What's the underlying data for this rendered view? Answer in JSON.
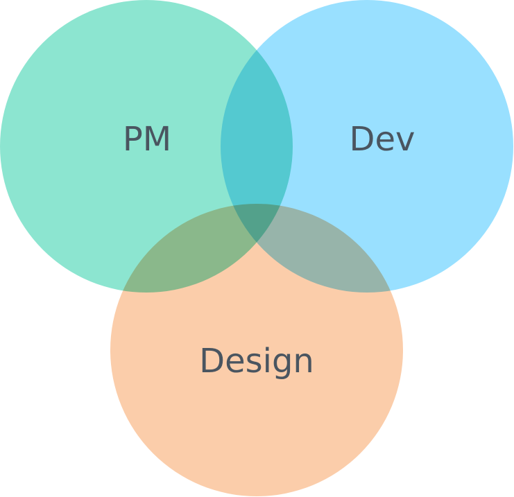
{
  "diagram": {
    "type": "venn",
    "sets": [
      {
        "key": "pm",
        "label": "PM",
        "color": "#8ce5d0"
      },
      {
        "key": "dev",
        "label": "Dev",
        "color": "#99e0ff"
      },
      {
        "key": "design",
        "label": "Design",
        "color": "#fbcdaa"
      }
    ],
    "label_color": "#4a5560"
  }
}
